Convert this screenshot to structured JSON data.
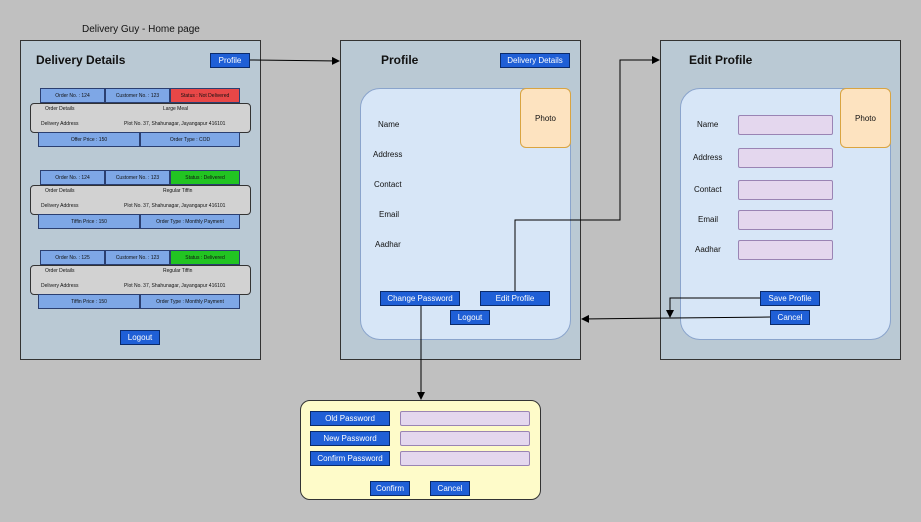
{
  "caption": "Delivery Guy - Home page",
  "home": {
    "title": "Delivery Details",
    "profile_btn": "Profile",
    "orders": [
      {
        "order_no": "Order No. : 124",
        "customer_no": "Customer No. : 123",
        "status": "Status : Not Delivered",
        "status_color": "#e84747",
        "details_label": "Order Details",
        "details_value": "Large Meal",
        "address_label": "Delivery Address",
        "address_value": "Plot No. 37, Shahunagar, Jayangapur 416101",
        "price": "Offer Price : 150",
        "type": "Order Type : COD"
      },
      {
        "order_no": "Order No. : 124",
        "customer_no": "Customer No. : 123",
        "status": "Status : Delivered",
        "status_color": "#22c422",
        "details_label": "Order Details",
        "details_value": "Regular Tiffin",
        "address_label": "Delivery Address",
        "address_value": "Plot No. 37, Shahunagar, Jayangapur 416101",
        "price": "Tiffin Price : 150",
        "type": "Order Type : Monthly Payment"
      },
      {
        "order_no": "Order No. : 125",
        "customer_no": "Customer No. : 123",
        "status": "Status : Delivered",
        "status_color": "#22c422",
        "details_label": "Order Details",
        "details_value": "Regular Tiffin",
        "address_label": "Delivery Address",
        "address_value": "Plot No. 37, Shahunagar, Jayangapur 416101",
        "price": "Tiffin Price : 150",
        "type": "Order Type : Monthly Payment"
      }
    ],
    "logout": "Logout"
  },
  "profile": {
    "title": "Profile",
    "delivery_btn": "Delivery Details",
    "photo": "Photo",
    "fields": [
      "Name",
      "Address",
      "Contact",
      "Email",
      "Aadhar"
    ],
    "change_password": "Change Password",
    "edit_profile": "Edit Profile",
    "logout": "Logout"
  },
  "edit": {
    "title": "Edit Profile",
    "photo": "Photo",
    "fields": [
      "Name",
      "Address",
      "Contact",
      "Email",
      "Aadhar"
    ],
    "save": "Save Profile",
    "cancel": "Cancel"
  },
  "password": {
    "old": "Old Password",
    "new": "New Password",
    "confirm_pw": "Confirm Password",
    "confirm": "Confirm",
    "cancel": "Cancel"
  }
}
